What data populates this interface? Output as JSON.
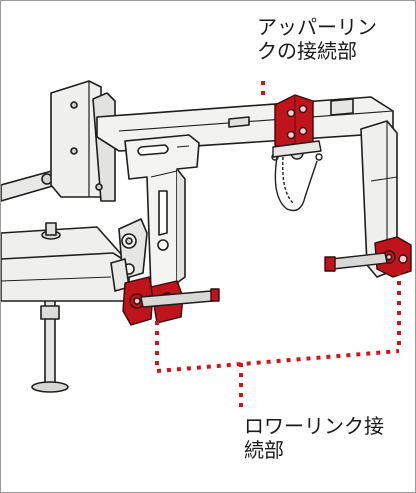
{
  "labels": {
    "upper_link_line1": "アッパーリン",
    "upper_link_line2": "クの接続部",
    "lower_link_line1": "ロワーリンク接",
    "lower_link_line2": "続部"
  },
  "colors": {
    "frame_fill": "#ececea",
    "frame_stroke": "#1e1e1e",
    "highlight_red": "#c0141c",
    "dotted_red": "#d01418",
    "border": "#9a9a9a"
  }
}
